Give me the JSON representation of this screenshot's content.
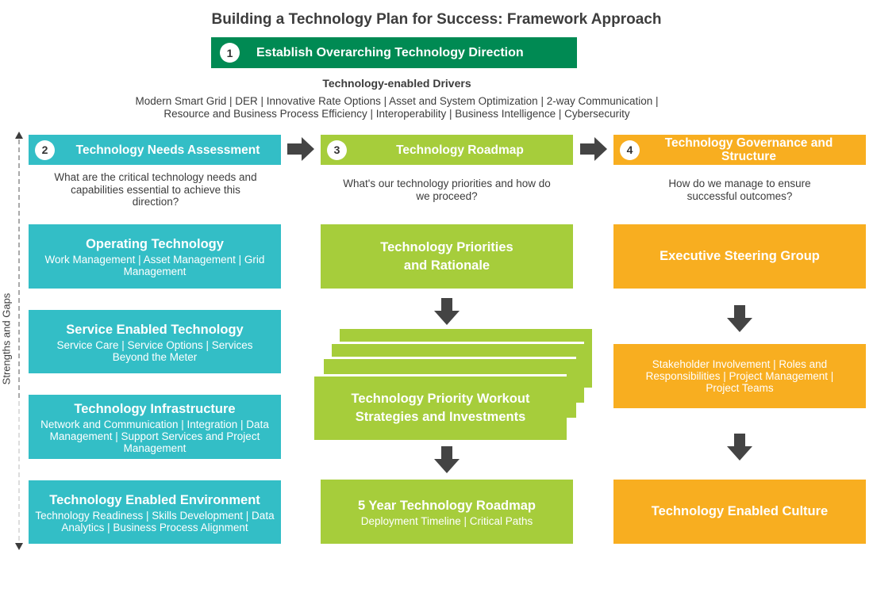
{
  "title": "Building a Technology Plan for Success: Framework Approach",
  "step1": {
    "number": "1",
    "label": "Establish Overarching Technology Direction"
  },
  "drivers": {
    "title": "Technology-enabled Drivers",
    "line1": "Modern Smart Grid | DER | Innovative Rate Options | Asset and System Optimization | 2-way Communication |",
    "line2": "Resource and Business Process Efficiency | Interoperability | Business Intelligence | Cybersecurity"
  },
  "axis_label": "Strengths and Gaps",
  "colors": {
    "step1": "#008a53",
    "teal": "#33bec6",
    "lime": "#a6cd3b",
    "amber": "#f8ae20",
    "arrow": "#444444"
  },
  "columns": [
    {
      "number": "2",
      "label": "Technology Needs Assessment",
      "question": "What are the critical technology needs and capabilities essential to achieve this direction?",
      "boxes": [
        {
          "title": "Operating Technology",
          "subtitle": "Work Management | Asset Management | Grid Management"
        },
        {
          "title": "Service Enabled Technology",
          "subtitle": "Service Care | Service Options | Services Beyond the Meter"
        },
        {
          "title": "Technology Infrastructure",
          "subtitle": "Network and Communication | Integration | Data Management | Support Services and Project Management"
        },
        {
          "title": "Technology Enabled Environment",
          "subtitle": "Technology Readiness | Skills Development | Data Analytics | Business Process Alignment"
        }
      ]
    },
    {
      "number": "3",
      "label": "Technology Roadmap",
      "question": "What's our technology priorities and how do we proceed?",
      "boxes": [
        {
          "title": "Technology Priorities and Rationale",
          "subtitle": ""
        },
        {
          "title": "Technology Priority Workout Strategies and Investments",
          "subtitle": ""
        },
        {
          "title": "5 Year Technology Roadmap",
          "subtitle": "Deployment Timeline | Critical Paths"
        }
      ]
    },
    {
      "number": "4",
      "label": "Technology Governance and Structure",
      "question": "How do we manage to ensure successful outcomes?",
      "boxes": [
        {
          "title": "Executive Steering Group",
          "subtitle": ""
        },
        {
          "title": "",
          "subtitle": "Stakeholder Involvement | Roles and Responsibilities | Project Management | Project Teams"
        },
        {
          "title": "Technology Enabled Culture",
          "subtitle": ""
        }
      ]
    }
  ]
}
